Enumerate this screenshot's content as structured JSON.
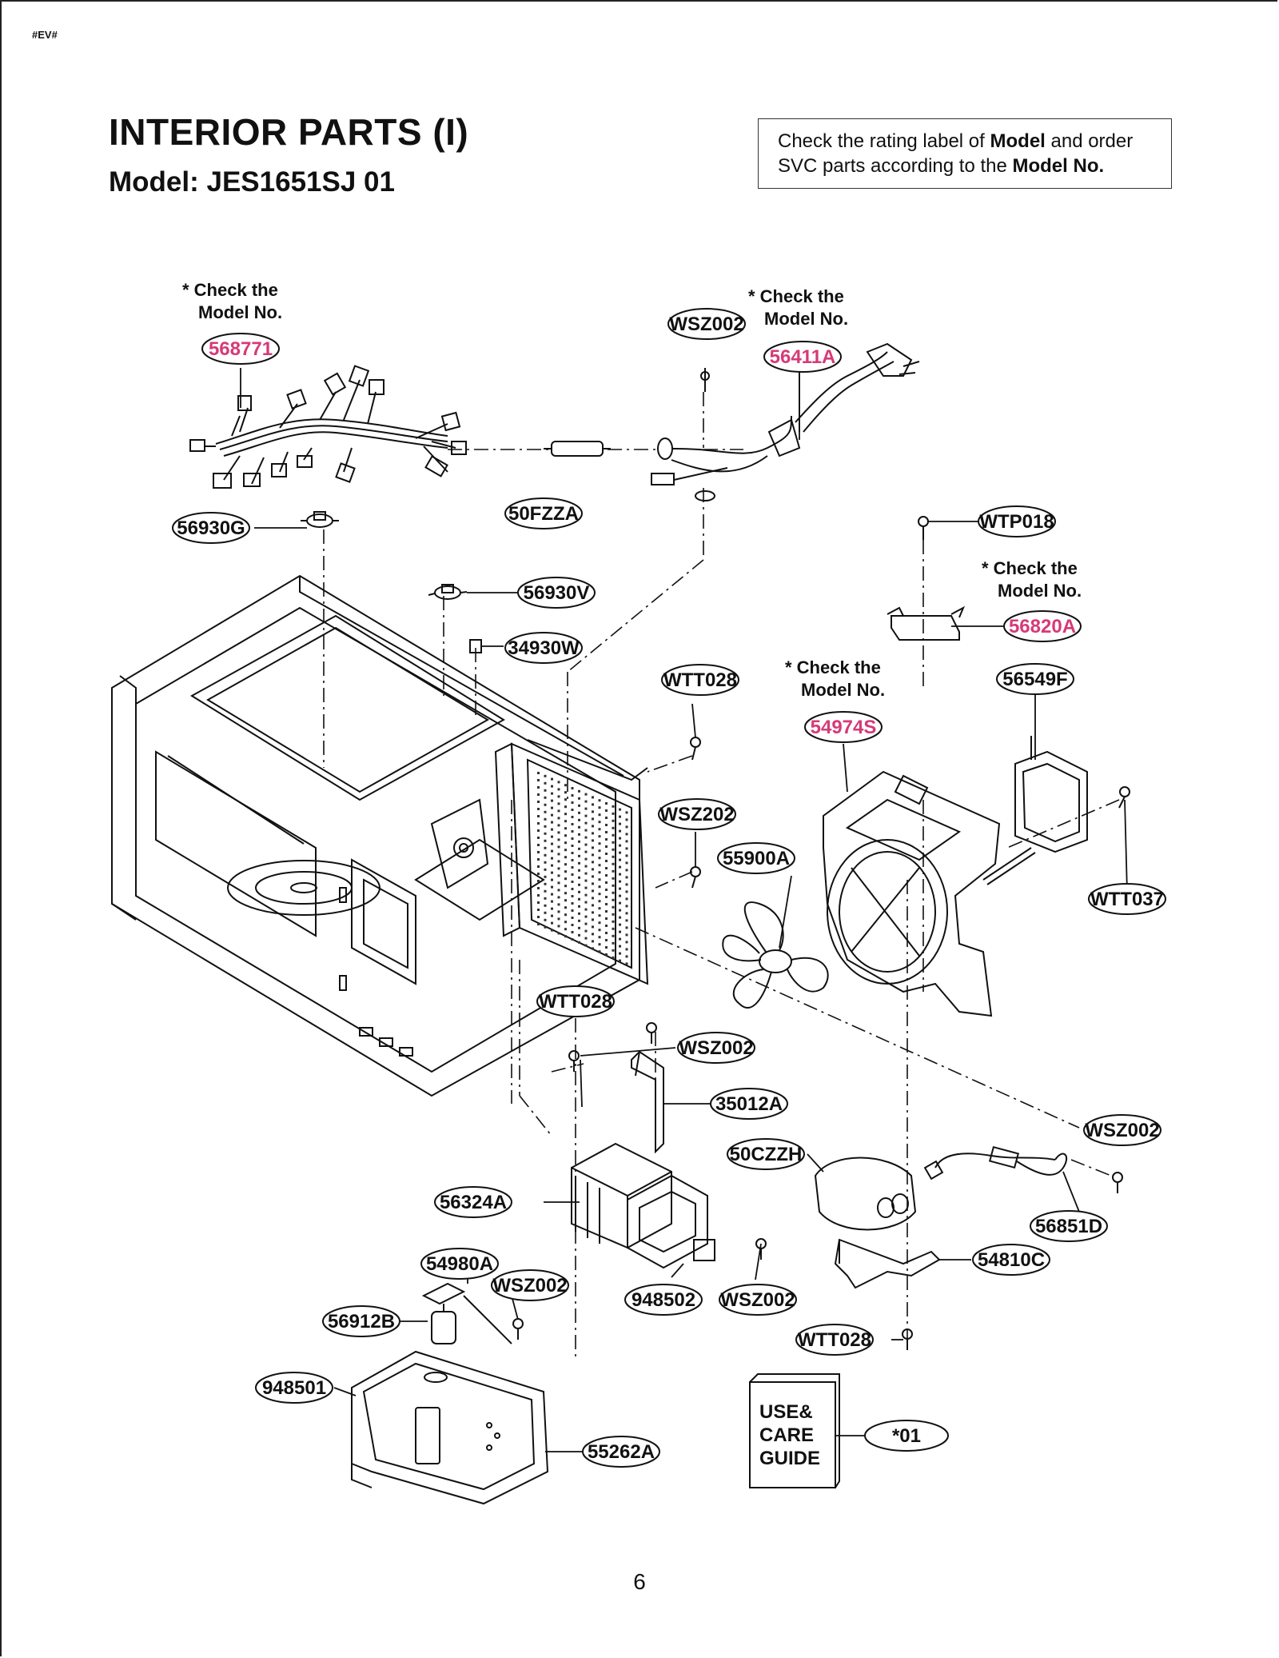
{
  "header": {
    "doc_code": "#EV#",
    "title": "INTERIOR PARTS (I)",
    "subtitle": "Model: JES1651SJ 01"
  },
  "notice": {
    "line1_a": "Check the rating label of ",
    "line1_b": "Model",
    "line1_c": " and order",
    "line2_a": "SVC parts according to the ",
    "line2_b": "Model No."
  },
  "notes": [
    {
      "line1": "* Check the",
      "line2": "Model No."
    },
    {
      "line1": "* Check the",
      "line2": "Model No."
    },
    {
      "line1": "* Check the",
      "line2": "Model No."
    },
    {
      "line1": "* Check the",
      "line2": "Model No."
    }
  ],
  "colors": {
    "highlight": "#d63a78",
    "ink": "#111111"
  },
  "parts": [
    {
      "label": "568771",
      "highlight": true
    },
    {
      "label": "WSZ002",
      "highlight": false
    },
    {
      "label": "56411A",
      "highlight": true
    },
    {
      "label": "50FZZA",
      "highlight": false
    },
    {
      "label": "56930G",
      "highlight": false
    },
    {
      "label": "WTP018",
      "highlight": false
    },
    {
      "label": "56930V",
      "highlight": false
    },
    {
      "label": "56820A",
      "highlight": true
    },
    {
      "label": "34930W",
      "highlight": false
    },
    {
      "label": "WTT028",
      "highlight": false
    },
    {
      "label": "56549F",
      "highlight": false
    },
    {
      "label": "54974S",
      "highlight": true
    },
    {
      "label": "WSZ202",
      "highlight": false
    },
    {
      "label": "55900A",
      "highlight": false
    },
    {
      "label": "WTT037",
      "highlight": false
    },
    {
      "label": "WTT028",
      "highlight": false
    },
    {
      "label": "WSZ002",
      "highlight": false
    },
    {
      "label": "35012A",
      "highlight": false
    },
    {
      "label": "50CZZH",
      "highlight": false
    },
    {
      "label": "WSZ002",
      "highlight": false
    },
    {
      "label": "56324A",
      "highlight": false
    },
    {
      "label": "56851D",
      "highlight": false
    },
    {
      "label": "54980A",
      "highlight": false
    },
    {
      "label": "WSZ002",
      "highlight": false
    },
    {
      "label": "54810C",
      "highlight": false
    },
    {
      "label": "948502",
      "highlight": false
    },
    {
      "label": "WSZ002",
      "highlight": false
    },
    {
      "label": "56912B",
      "highlight": false
    },
    {
      "label": "WTT028",
      "highlight": false
    },
    {
      "label": "948501",
      "highlight": false
    },
    {
      "label": "55262A",
      "highlight": false
    },
    {
      "label": "*01",
      "highlight": false
    }
  ],
  "guide": {
    "line1": "USE&",
    "line2": "CARE",
    "line3": "GUIDE"
  },
  "page_number": "6"
}
